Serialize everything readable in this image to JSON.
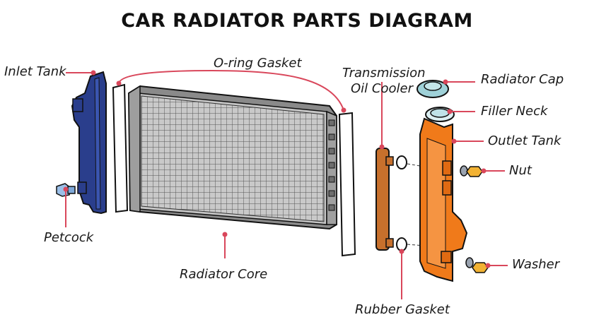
{
  "title": "CAR RADIATOR PARTS DIAGRAM",
  "labels": {
    "inlet_tank": "Inlet Tank",
    "o_ring_gasket": "O-ring Gasket",
    "transmission_line1": "Transmission",
    "transmission_line2": "Oil Cooler",
    "radiator_cap": "Radiator Cap",
    "filler_neck": "Filler Neck",
    "outlet_tank": "Outlet Tank",
    "nut": "Nut",
    "washer": "Washer",
    "petcock": "Petcock",
    "radiator_core": "Radiator Core",
    "rubber_gasket": "Rubber Gasket"
  },
  "colors": {
    "leader": "#d9475b",
    "inlet_tank": "#2a3e8c",
    "core": "#b9b9b9",
    "core_dark": "#7a7a7a",
    "cooler": "#c7702c",
    "outlet_tank": "#f07a1a",
    "cap": "#9fd1d8",
    "nut": "#f2b233",
    "petcock": "#9bbfe8"
  }
}
